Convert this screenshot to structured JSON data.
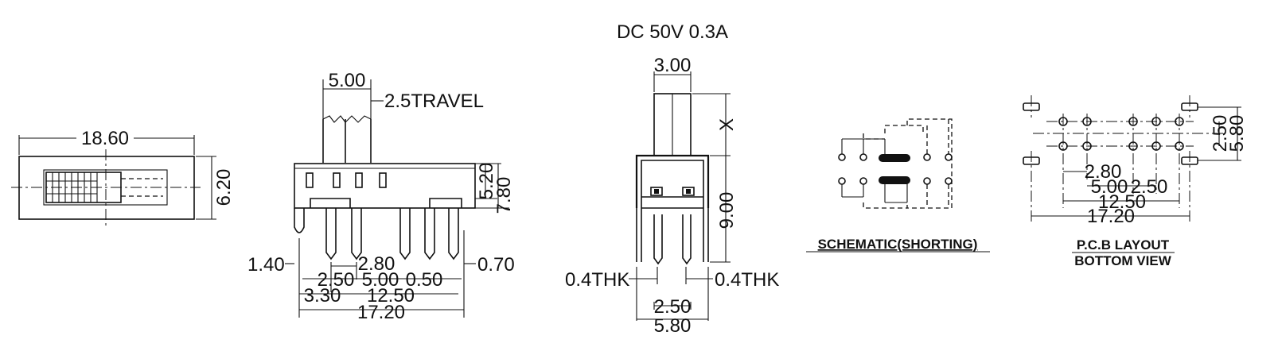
{
  "header": {
    "rating": "DC  50V  0.3A"
  },
  "top_view": {
    "length": "18.60",
    "width": "6.20"
  },
  "side_view": {
    "pitch_top": "5.00",
    "travel": "2.5TRAVEL",
    "h_inner": "5.20",
    "h_outer": "7.80",
    "d_140": "1.40",
    "d_070": "0.70",
    "d_280": "2.80",
    "d_250": "2.50",
    "d_500": "5.00",
    "d_050": "0.50",
    "d_330": "3.30",
    "d_1250": "12.50",
    "d_1720": "17.20"
  },
  "end_view": {
    "actuator_w": "3.00",
    "actuator_h": "X",
    "body_h": "9.00",
    "thk_left": "0.4THK",
    "thk_right": "0.4THK",
    "pin_pitch": "2.50",
    "overall_w": "5.80"
  },
  "schematic": {
    "caption": "SCHEMATIC(SHORTING)"
  },
  "pcb": {
    "caption_line1": "P.C.B LAYOUT",
    "caption_line2": "BOTTOM VIEW",
    "row_pitch": "2.50",
    "outer_w": "5.80",
    "d_280": "2.80",
    "d_500": "5.00",
    "d_250": "2.50",
    "d_1250": "12.50",
    "d_1720": "17.20"
  }
}
